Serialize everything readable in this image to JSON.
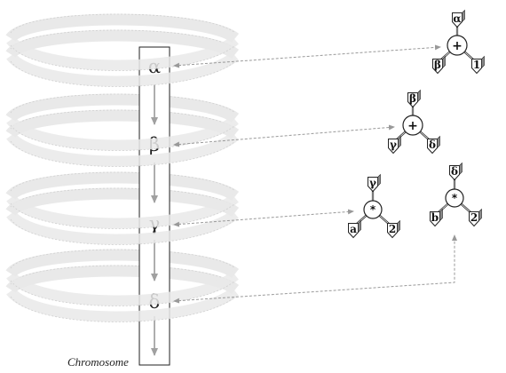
{
  "chromosome": {
    "label": "Chromosome",
    "genes": [
      "α",
      "β",
      "γ",
      "δ"
    ]
  },
  "trees": [
    {
      "op": "+",
      "top": "α",
      "left": "β",
      "right": "1"
    },
    {
      "op": "+",
      "top": "β",
      "left": "γ",
      "right": "δ"
    },
    {
      "op": "*",
      "top": "γ",
      "left": "a",
      "right": "2"
    },
    {
      "op": "*",
      "top": "δ",
      "left": "b",
      "right": "2"
    }
  ],
  "colors": {
    "helix": "#e9e9e9",
    "helix_edge": "#d0d0d0",
    "connector": "#999999",
    "arrow": "#9a9a9a",
    "ink": "#222222"
  }
}
